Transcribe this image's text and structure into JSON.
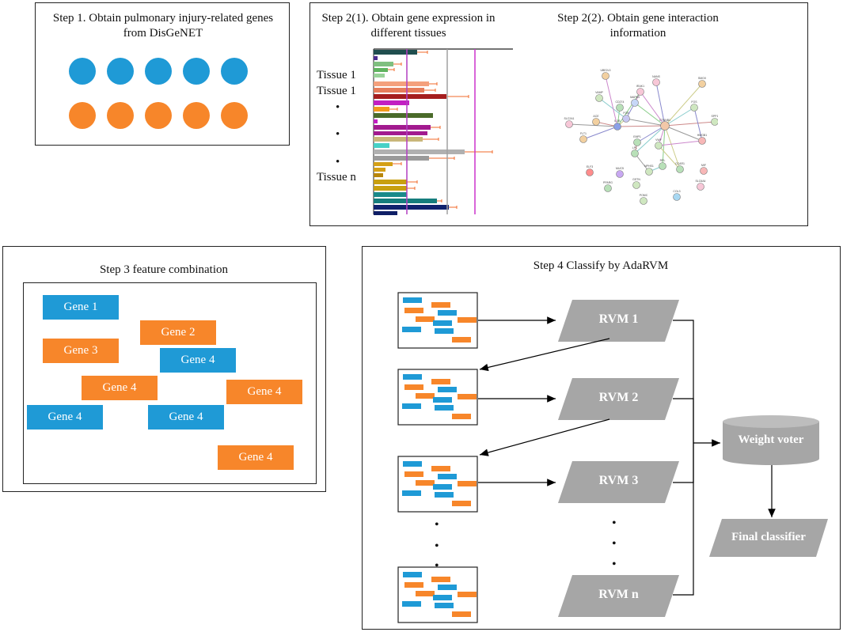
{
  "step1": {
    "title": "Step 1. Obtain pulmonary injury-related genes from DisGeNET",
    "dot_colors": [
      "#1f9ad6",
      "#f7862a"
    ]
  },
  "step2a": {
    "title": "Step 2(1). Obtain gene expression in different tissues",
    "labels": [
      "Tissue 1",
      "Tissue 1",
      "•",
      "•",
      "•",
      "Tissue n"
    ]
  },
  "step2b": {
    "title": "Step 2(2). Obtain gene interaction information",
    "nodes": [
      "UBE2L3",
      "NANS",
      "SMOX",
      "VAMP",
      "IRAK1",
      "CD274",
      "MAPK3",
      "FOS",
      "FGB",
      "SPP1",
      "ACE",
      "CTNNB1",
      "HMGB1",
      "SLC2A1",
      "FLT1",
      "IL1B",
      "EMP1",
      "LPL",
      "VWF",
      "RPL",
      "CCAR1",
      "MIF",
      "NPHS1",
      "ELF3",
      "MUC5",
      "GSTN",
      "SLC6A4",
      "PPARG",
      "POMC",
      "COL3"
    ]
  },
  "step3": {
    "title": "Step 3 feature combination",
    "genes": [
      {
        "label": "Gene 1",
        "color": "blue"
      },
      {
        "label": "Gene 2",
        "color": "orange"
      },
      {
        "label": "Gene 3",
        "color": "orange"
      },
      {
        "label": "Gene 4",
        "color": "blue"
      },
      {
        "label": "Gene 4",
        "color": "orange"
      },
      {
        "label": "Gene 4",
        "color": "orange"
      },
      {
        "label": "Gene 4",
        "color": "blue"
      },
      {
        "label": "Gene 4",
        "color": "blue"
      },
      {
        "label": "Gene 4",
        "color": "orange"
      }
    ]
  },
  "step4": {
    "title": "Step 4 Classify by AdaRVM",
    "rvm": [
      "RVM 1",
      "RVM 2",
      "RVM 3",
      "RVM n"
    ],
    "voter": "Weight voter",
    "final": "Final classifier",
    "dot": "•"
  },
  "colors": {
    "blue": "#1f9ad6",
    "orange": "#f7862a",
    "gray": "#a6a6a6"
  }
}
